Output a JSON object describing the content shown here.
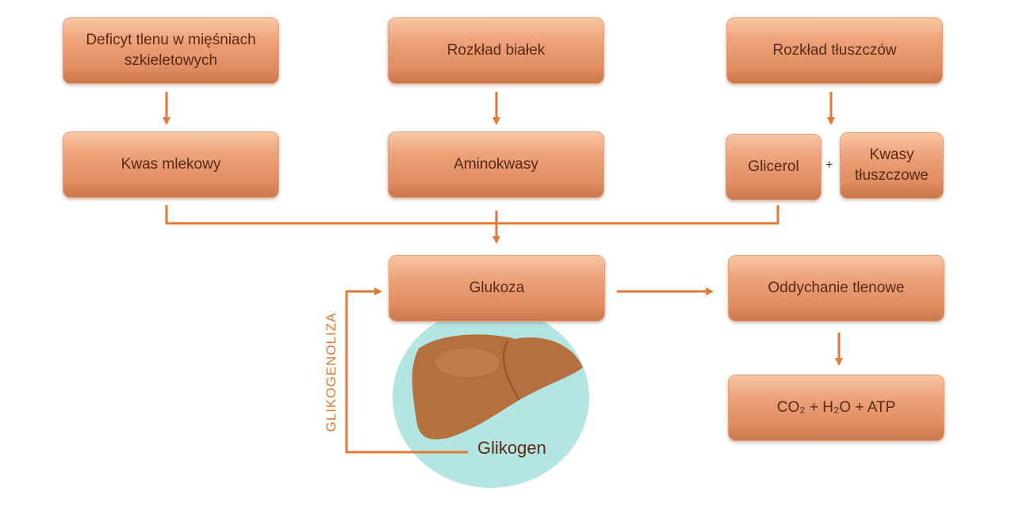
{
  "boxes": {
    "deficit": "Deficyt tlenu w mięśniach szkieletowych",
    "proteins": "Rozkład białek",
    "fats": "Rozkład tłuszczów",
    "lactic_acid": "Kwas mlekowy",
    "amino_acids": "Aminokwasy",
    "glycerol": "Glicerol",
    "fatty_acids": "Kwasy tłuszczowe",
    "glucose": "Glukoza",
    "aerobic": "Oddychanie tlenowe",
    "products": "CO₂ + H₂O + ATP"
  },
  "plus": "+",
  "glycogen": "Glikogen",
  "glycogenolysis": "GLIKOGENOLIZA",
  "colors": {
    "arrow": "#e07a35",
    "box_top": "#f8c6a4",
    "box_bottom": "#c9774c",
    "text": "#5a2a12",
    "liver_bg": "#b3e6e2",
    "liver": "#b5703f"
  },
  "icons": [
    "liver-icon",
    "arrow-down-icon",
    "arrow-right-icon"
  ]
}
